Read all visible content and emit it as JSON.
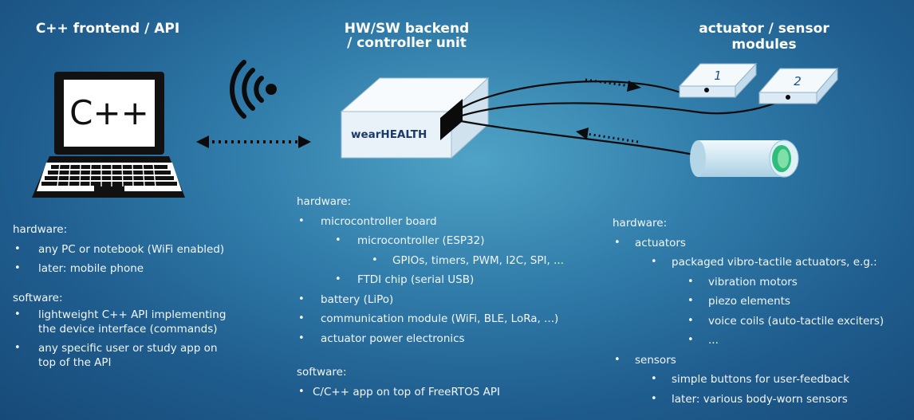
{
  "columns": {
    "frontend": {
      "title": "C++ frontend / API",
      "hardware_label": "hardware:",
      "hardware_items": [
        "any PC or notebook (WiFi enabled)",
        "later: mobile phone"
      ],
      "software_label": "software:",
      "software_items": [
        [
          "lightweight C++ API implementing",
          "the device interface (commands)"
        ],
        [
          "any specific user or study app on",
          "top of the API"
        ]
      ]
    },
    "backend": {
      "title_line1": "HW/SW backend",
      "title_line2": "/ controller unit",
      "hardware_label": "hardware:",
      "hardware_items": {
        "mcu_board": "microcontroller board",
        "mcu": "microcontroller (ESP32)",
        "gpio": "GPIOs, timers, PWM, I2C, SPI, ...",
        "ftdi": "FTDI chip (serial USB)",
        "battery": "battery (LiPo)",
        "comm": "communication module (WiFi, BLE, LoRa, ...)",
        "power": "actuator power electronics"
      },
      "software_label": "software:",
      "software_items": [
        "C/C++ app on top of FreeRTOS API"
      ]
    },
    "modules": {
      "title": "actuator / sensor modules",
      "hardware_label": "hardware:",
      "actuators": "actuators",
      "packaged": "packaged vibro-tactile actuators, e.g.:",
      "vibration": "vibration motors",
      "piezo": "piezo elements",
      "voice": "voice coils (auto-tactile exciters)",
      "more": "...",
      "sensors": "sensors",
      "buttons": "simple buttons for user-feedback",
      "bodyworn": "later: various body-worn sensors"
    }
  },
  "illustration": {
    "laptop_label": "C++",
    "box_brand_prefix": "wear",
    "box_brand_suffix": "HEALTH",
    "module1_label": "1",
    "module2_label": "2"
  },
  "bullet_char": "•",
  "colors": {
    "background": "#2f7aa8",
    "box_face": "#e8f2f8",
    "brand": "#1b3a6b",
    "module_face": "#dbeaf4",
    "cylinder": "#cfe6f2",
    "cylinder_cap": "#2ebd7a"
  }
}
